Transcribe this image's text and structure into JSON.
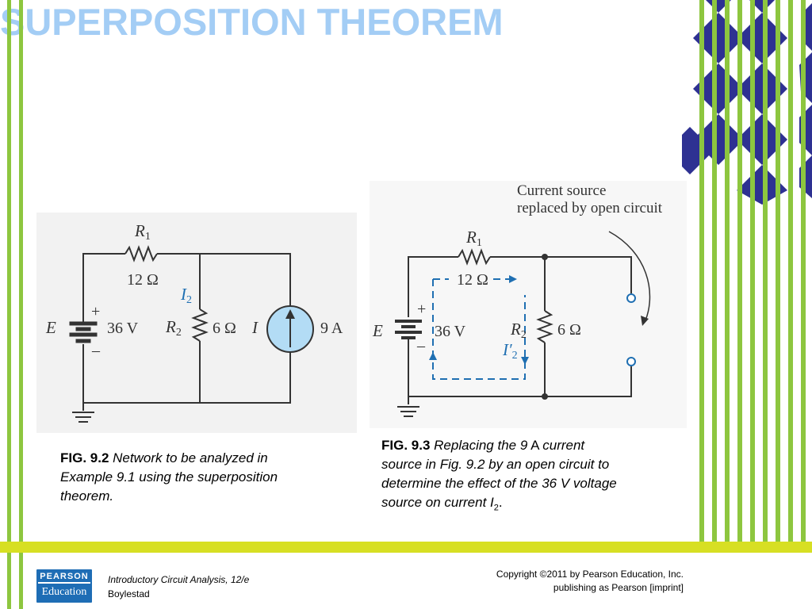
{
  "slide": {
    "title": "SUPERPOSITION THEOREM"
  },
  "fig92": {
    "labels": {
      "r1": "R",
      "r1_sub": "1",
      "r1_val": "12 Ω",
      "i2": "I",
      "i2_sub": "2",
      "plus": "+",
      "minus": "–",
      "e": "E",
      "e_val": "36 V",
      "r2": "R",
      "r2_sub": "2",
      "r2_val": "6 Ω",
      "i": "I",
      "i_val": "9 A"
    },
    "caption": {
      "fig": "FIG. 9.2",
      "text1": "Network to be analyzed in",
      "text2": "Example 9.1 using the superposition",
      "text3": "theorem."
    }
  },
  "fig93": {
    "annotation1": "Current source",
    "annotation2": "replaced by open circuit",
    "labels": {
      "r1": "R",
      "r1_sub": "1",
      "r1_val": "12 Ω",
      "plus": "+",
      "minus": "–",
      "e": "E",
      "e_val": "36 V",
      "r2": "R",
      "r2_sub": "2",
      "r2_val": "6 Ω",
      "i2p": "I′",
      "i2p_sub": "2"
    },
    "caption": {
      "fig": "FIG. 9.3",
      "line1_a": "Replacing the 9",
      "line1_b": "A",
      "line1_c": "current",
      "line2": "source in Fig. 9.2 by an open circuit to",
      "line3": "determine the effect of the 36 V voltage",
      "line4_a": "source on current I",
      "line4_sub": "2",
      "line4_end": "."
    }
  },
  "footer": {
    "logo_line1": "PEARSON",
    "logo_line2": "Education",
    "book_title": "Introductory Circuit Analysis, 12/e",
    "author": "Boylestad",
    "copyright1": "Copyright ©2011 by Pearson Education, Inc.",
    "copyright2": "publishing as Pearson [imprint]"
  },
  "colors": {
    "title": "#a3cdf5",
    "stripe_green": "#8dc63f",
    "diamond_navy": "#2e3192",
    "footer_bar": "#d7df23",
    "current_source_fill": "#b3dcf5",
    "annotation_blue": "#1f6fb2"
  }
}
